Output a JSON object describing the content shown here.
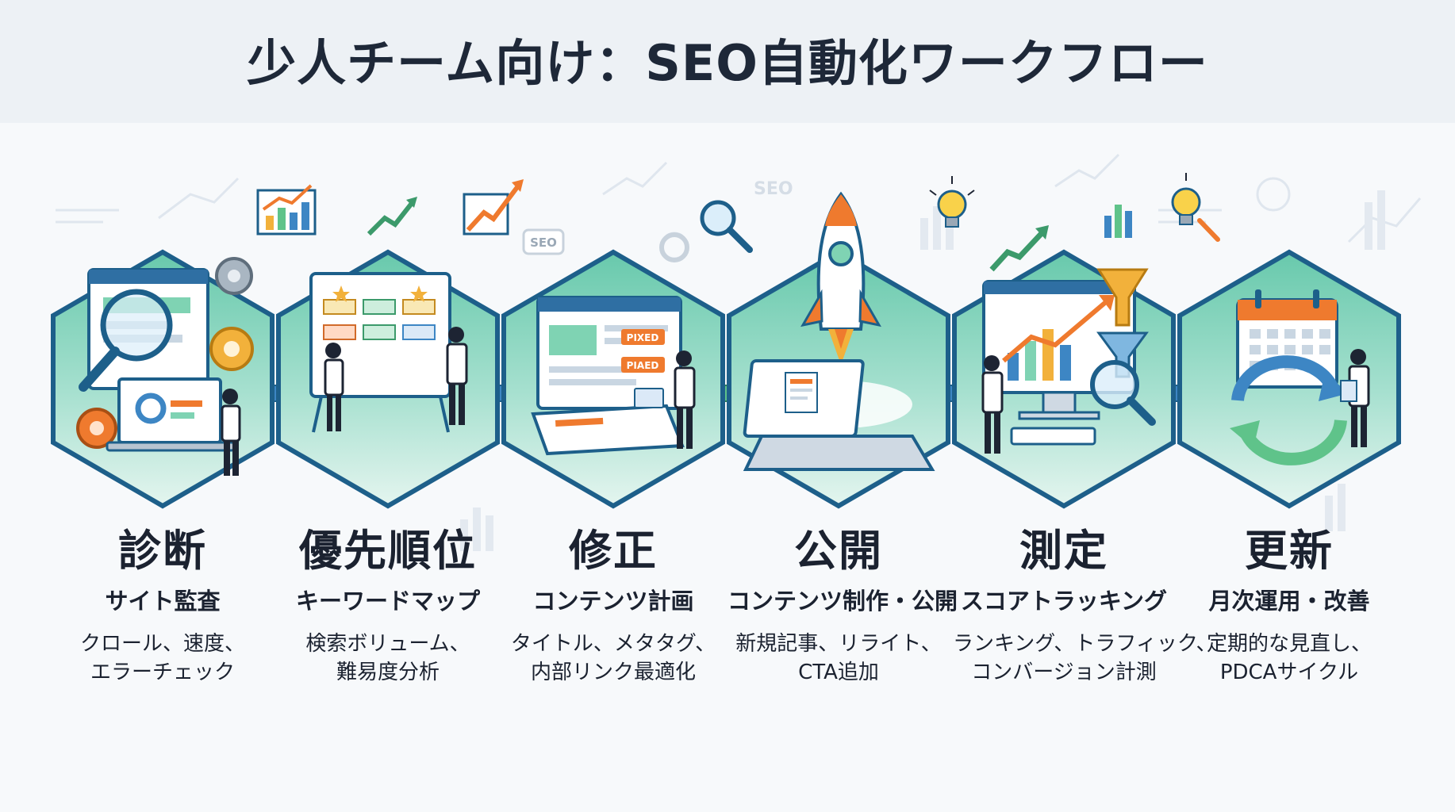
{
  "title": "少人チーム向け：SEO自動化ワークフロー",
  "decor_text": {
    "seo_tag": "SEO",
    "seo_float": "SEO",
    "fixed_1": "PIXED",
    "fixed_2": "PIAED"
  },
  "colors": {
    "hex_fill": "#8fd8c4",
    "hex_stroke": "#1d5f8a",
    "arrow_blue": "#3d86c4",
    "arrow_green": "#5fc38a",
    "accent_orange": "#ef7a2e"
  },
  "steps": [
    {
      "name": "診断",
      "subtitle": "サイト監査",
      "desc": [
        "クロール、速度、",
        "エラーチェック"
      ],
      "icon": "magnifier-gear-laptop-icon"
    },
    {
      "name": "優先順位",
      "subtitle": "キーワードマップ",
      "desc": [
        "検索ボリューム、",
        "難易度分析"
      ],
      "icon": "whiteboard-team-icon"
    },
    {
      "name": "修正",
      "subtitle": "コンテンツ計画",
      "desc": [
        "タイトル、メタタグ、",
        "内部リンク最適化"
      ],
      "icon": "browser-edit-icon"
    },
    {
      "name": "公開",
      "subtitle": "コンテンツ制作・公開",
      "desc": [
        "新規記事、リライト、",
        "CTA追加"
      ],
      "icon": "rocket-laptop-icon"
    },
    {
      "name": "測定",
      "subtitle": "スコアトラッキング",
      "desc": [
        "ランキング、トラフィック、",
        "コンバージョン計測"
      ],
      "icon": "monitor-chart-funnel-icon"
    },
    {
      "name": "更新",
      "subtitle": "月次運用・改善",
      "desc": [
        "定期的な見直し、",
        "PDCAサイクル"
      ],
      "icon": "calendar-cycle-icon"
    }
  ]
}
